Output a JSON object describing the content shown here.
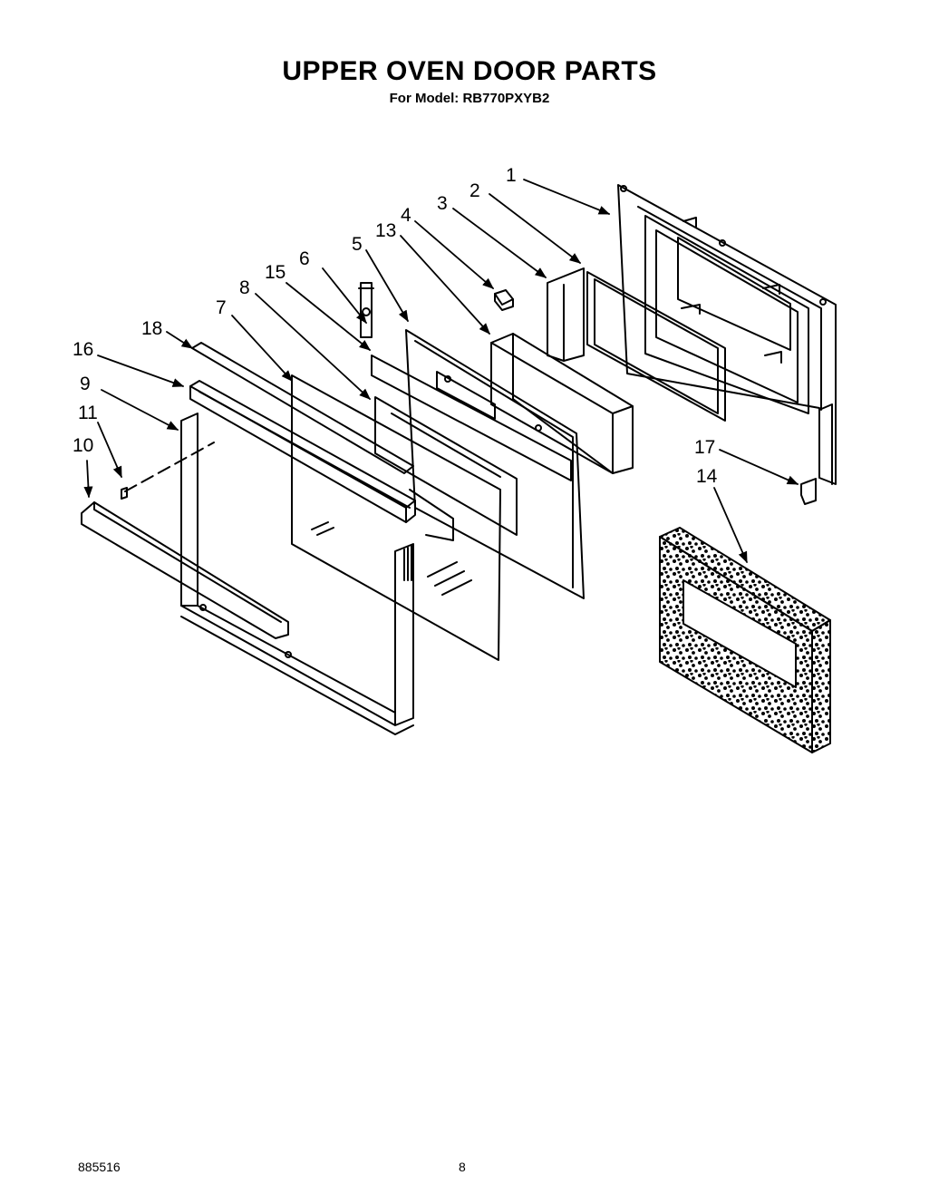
{
  "header": {
    "title": "UPPER OVEN DOOR PARTS",
    "subtitle": "For Model: RB770PXYB2"
  },
  "callouts": [
    {
      "id": "c1",
      "label": "1"
    },
    {
      "id": "c2",
      "label": "2"
    },
    {
      "id": "c3",
      "label": "3"
    },
    {
      "id": "c4",
      "label": "4"
    },
    {
      "id": "c13",
      "label": "13"
    },
    {
      "id": "c5",
      "label": "5"
    },
    {
      "id": "c6",
      "label": "6"
    },
    {
      "id": "c15",
      "label": "15"
    },
    {
      "id": "c8",
      "label": "8"
    },
    {
      "id": "c7",
      "label": "7"
    },
    {
      "id": "c18",
      "label": "18"
    },
    {
      "id": "c16",
      "label": "16"
    },
    {
      "id": "c9",
      "label": "9"
    },
    {
      "id": "c11",
      "label": "11"
    },
    {
      "id": "c10",
      "label": "10"
    },
    {
      "id": "c17",
      "label": "17"
    },
    {
      "id": "c14",
      "label": "14"
    }
  ],
  "footer": {
    "doc_number": "885516",
    "page_number": "8"
  }
}
